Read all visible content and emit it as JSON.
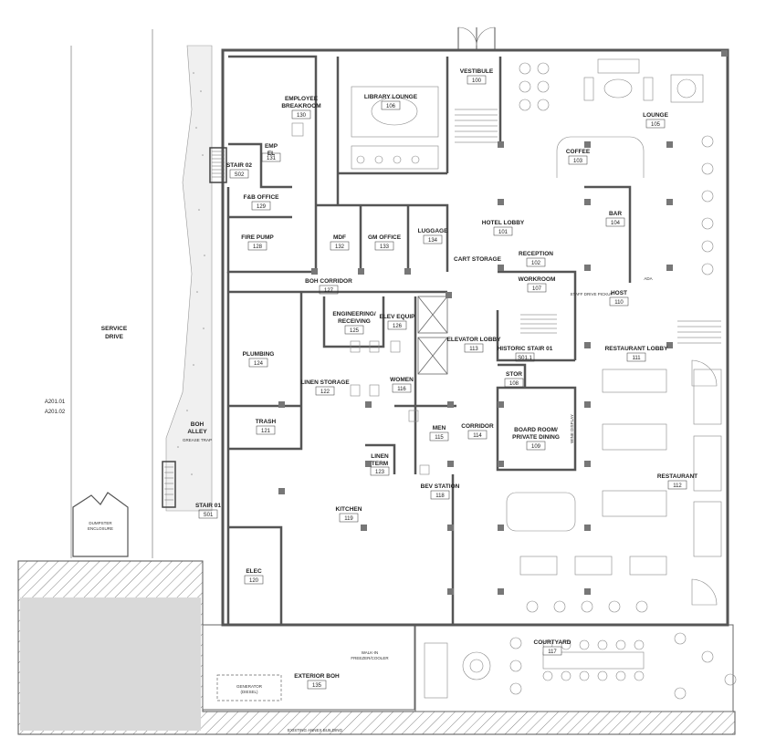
{
  "rooms": [
    {
      "id": "vestibule",
      "name": "VESTIBULE",
      "num": "100"
    },
    {
      "id": "library",
      "name": "LIBRARY LOUNGE",
      "num": "106"
    },
    {
      "id": "lounge",
      "name": "LOUNGE",
      "num": "105"
    },
    {
      "id": "breakroom",
      "name": "EMPLOYEE BREAKROOM",
      "num": "130"
    },
    {
      "id": "emp",
      "name": "EMP EL",
      "num": "131"
    },
    {
      "id": "stair02",
      "name": "STAIR 02",
      "num": "S02"
    },
    {
      "id": "fboffice",
      "name": "F&B OFFICE",
      "num": "129"
    },
    {
      "id": "firepump",
      "name": "FIRE PUMP",
      "num": "128"
    },
    {
      "id": "mdf",
      "name": "MDF",
      "num": "132"
    },
    {
      "id": "gmoffice",
      "name": "GM OFFICE",
      "num": "133"
    },
    {
      "id": "luggage",
      "name": "LUGGAGE",
      "num": "134"
    },
    {
      "id": "cart",
      "name": "CART STORAGE",
      "num": ""
    },
    {
      "id": "coffee",
      "name": "COFFEE",
      "num": "103"
    },
    {
      "id": "bar",
      "name": "BAR",
      "num": "104"
    },
    {
      "id": "hotellobby",
      "name": "HOTEL LOBBY",
      "num": "101"
    },
    {
      "id": "reception",
      "name": "RECEPTION",
      "num": "102"
    },
    {
      "id": "workroom",
      "name": "WORKROOM",
      "num": "107"
    },
    {
      "id": "host",
      "name": "HOST",
      "num": "110"
    },
    {
      "id": "bohcorr",
      "name": "BOH CORRIDOR",
      "num": "127"
    },
    {
      "id": "engineering",
      "name": "ENGINEERING RECEIVING",
      "num": "125"
    },
    {
      "id": "elevequip",
      "name": "ELEV EQUIP",
      "num": "126"
    },
    {
      "id": "elevlobby",
      "name": "ELEVATOR LOBBY",
      "num": "113"
    },
    {
      "id": "histstair",
      "name": "HISTORIC STAIR 01",
      "num": "S01.1"
    },
    {
      "id": "restlobby",
      "name": "RESTAURANT LOBBY",
      "num": "111"
    },
    {
      "id": "plumbing",
      "name": "PLUMBING",
      "num": "124"
    },
    {
      "id": "linenstorage",
      "name": "LINEN STORAGE",
      "num": "122"
    },
    {
      "id": "women",
      "name": "WOMEN",
      "num": "116"
    },
    {
      "id": "stor",
      "name": "STOR",
      "num": "108"
    },
    {
      "id": "trash",
      "name": "TRASH",
      "num": "121"
    },
    {
      "id": "men",
      "name": "MEN",
      "num": "115"
    },
    {
      "id": "corridor",
      "name": "CORRIDOR",
      "num": "114"
    },
    {
      "id": "boardroom",
      "name": "BOARD ROOM/ PRIVATE DINING",
      "num": "109"
    },
    {
      "id": "restaurant",
      "name": "RESTAURANT",
      "num": "112"
    },
    {
      "id": "linenterm",
      "name": "LINEN TERM",
      "num": "123"
    },
    {
      "id": "bevstation",
      "name": "BEV STATION",
      "num": "118"
    },
    {
      "id": "stair01",
      "name": "STAIR 01",
      "num": "S01"
    },
    {
      "id": "kitchen",
      "name": "KITCHEN",
      "num": "119"
    },
    {
      "id": "elec",
      "name": "ELEC",
      "num": "120"
    },
    {
      "id": "courtyard",
      "name": "COURTYARD",
      "num": "117"
    },
    {
      "id": "exteriorboh",
      "name": "EXTERIOR BOH",
      "num": "135"
    }
  ],
  "annotations": {
    "service_drive_1": "SERVICE",
    "service_drive_2": "DRIVE",
    "ref1": "A201.01",
    "ref2": "A201.02",
    "boh_alley_1": "BOH",
    "boh_alley_2": "ALLEY",
    "grease": "GREASE TRAP",
    "dumpster_1": "DUMPSTER",
    "dumpster_2": "ENCLOSURE",
    "walkin_1": "WALK-IN",
    "walkin_2": "FREEZER/COOLER",
    "generator_1": "GENERATOR",
    "generator_2": "(DIESEL)",
    "annex": "EXISTING ANNEX BUILDING",
    "wine": "WINE DISPLAY",
    "staff": "STAFF DRIVE PICKUP",
    "ada": "ADA"
  }
}
